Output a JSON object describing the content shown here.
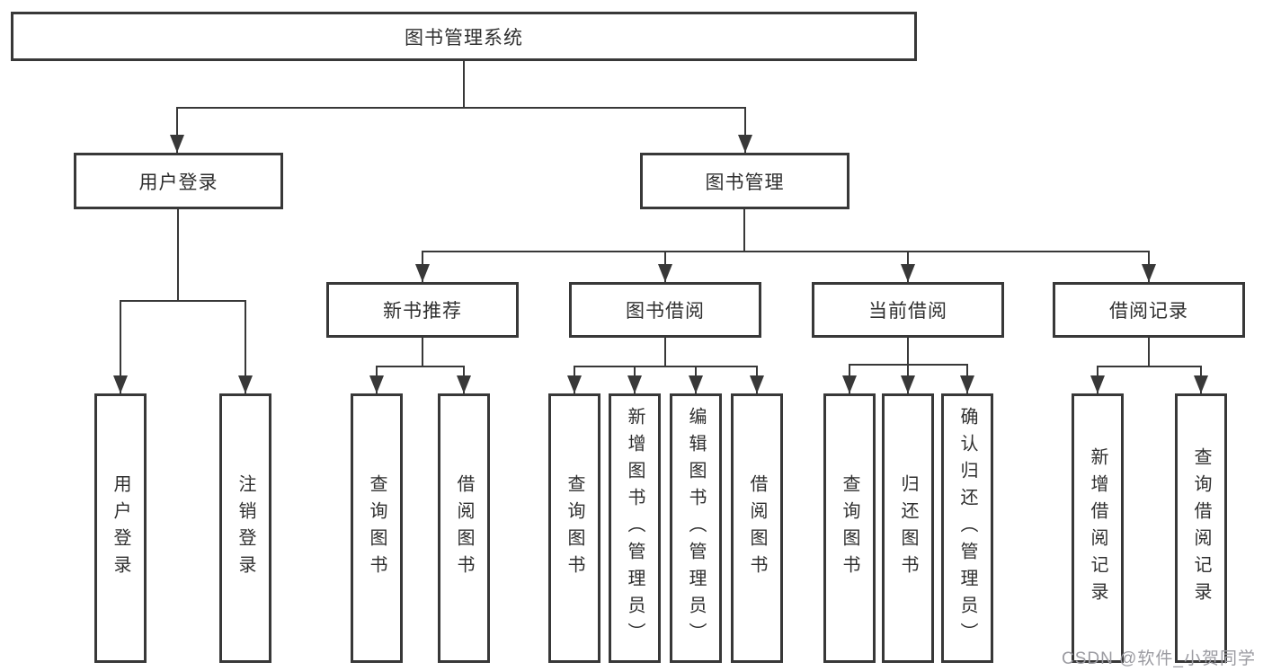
{
  "diagram": {
    "root": {
      "label": "图书管理系统"
    },
    "level2": [
      {
        "label": "用户登录"
      },
      {
        "label": "图书管理"
      }
    ],
    "level3": [
      {
        "label": "新书推荐"
      },
      {
        "label": "图书借阅"
      },
      {
        "label": "当前借阅"
      },
      {
        "label": "借阅记录"
      }
    ],
    "leaves": {
      "user_login": [
        "用户登录",
        "注销登录"
      ],
      "new_books": [
        "查询图书",
        "借阅图书"
      ],
      "book_borrow": [
        "查询图书",
        "新增图书（管理员）",
        "编辑图书（管理员）",
        "借阅图书"
      ],
      "current_borrow": [
        "查询图书",
        "归还图书",
        "确认归还（管理员）"
      ],
      "borrow_records": [
        "新增借阅记录",
        "查询借阅记录"
      ]
    },
    "colors": {
      "border": "#383838",
      "line": "#383838",
      "text": "#2f2f2f",
      "background": "#ffffff",
      "watermark_text": "#9b9ba1"
    }
  },
  "watermark": {
    "text": "CSDN @软件_小贺同学"
  }
}
